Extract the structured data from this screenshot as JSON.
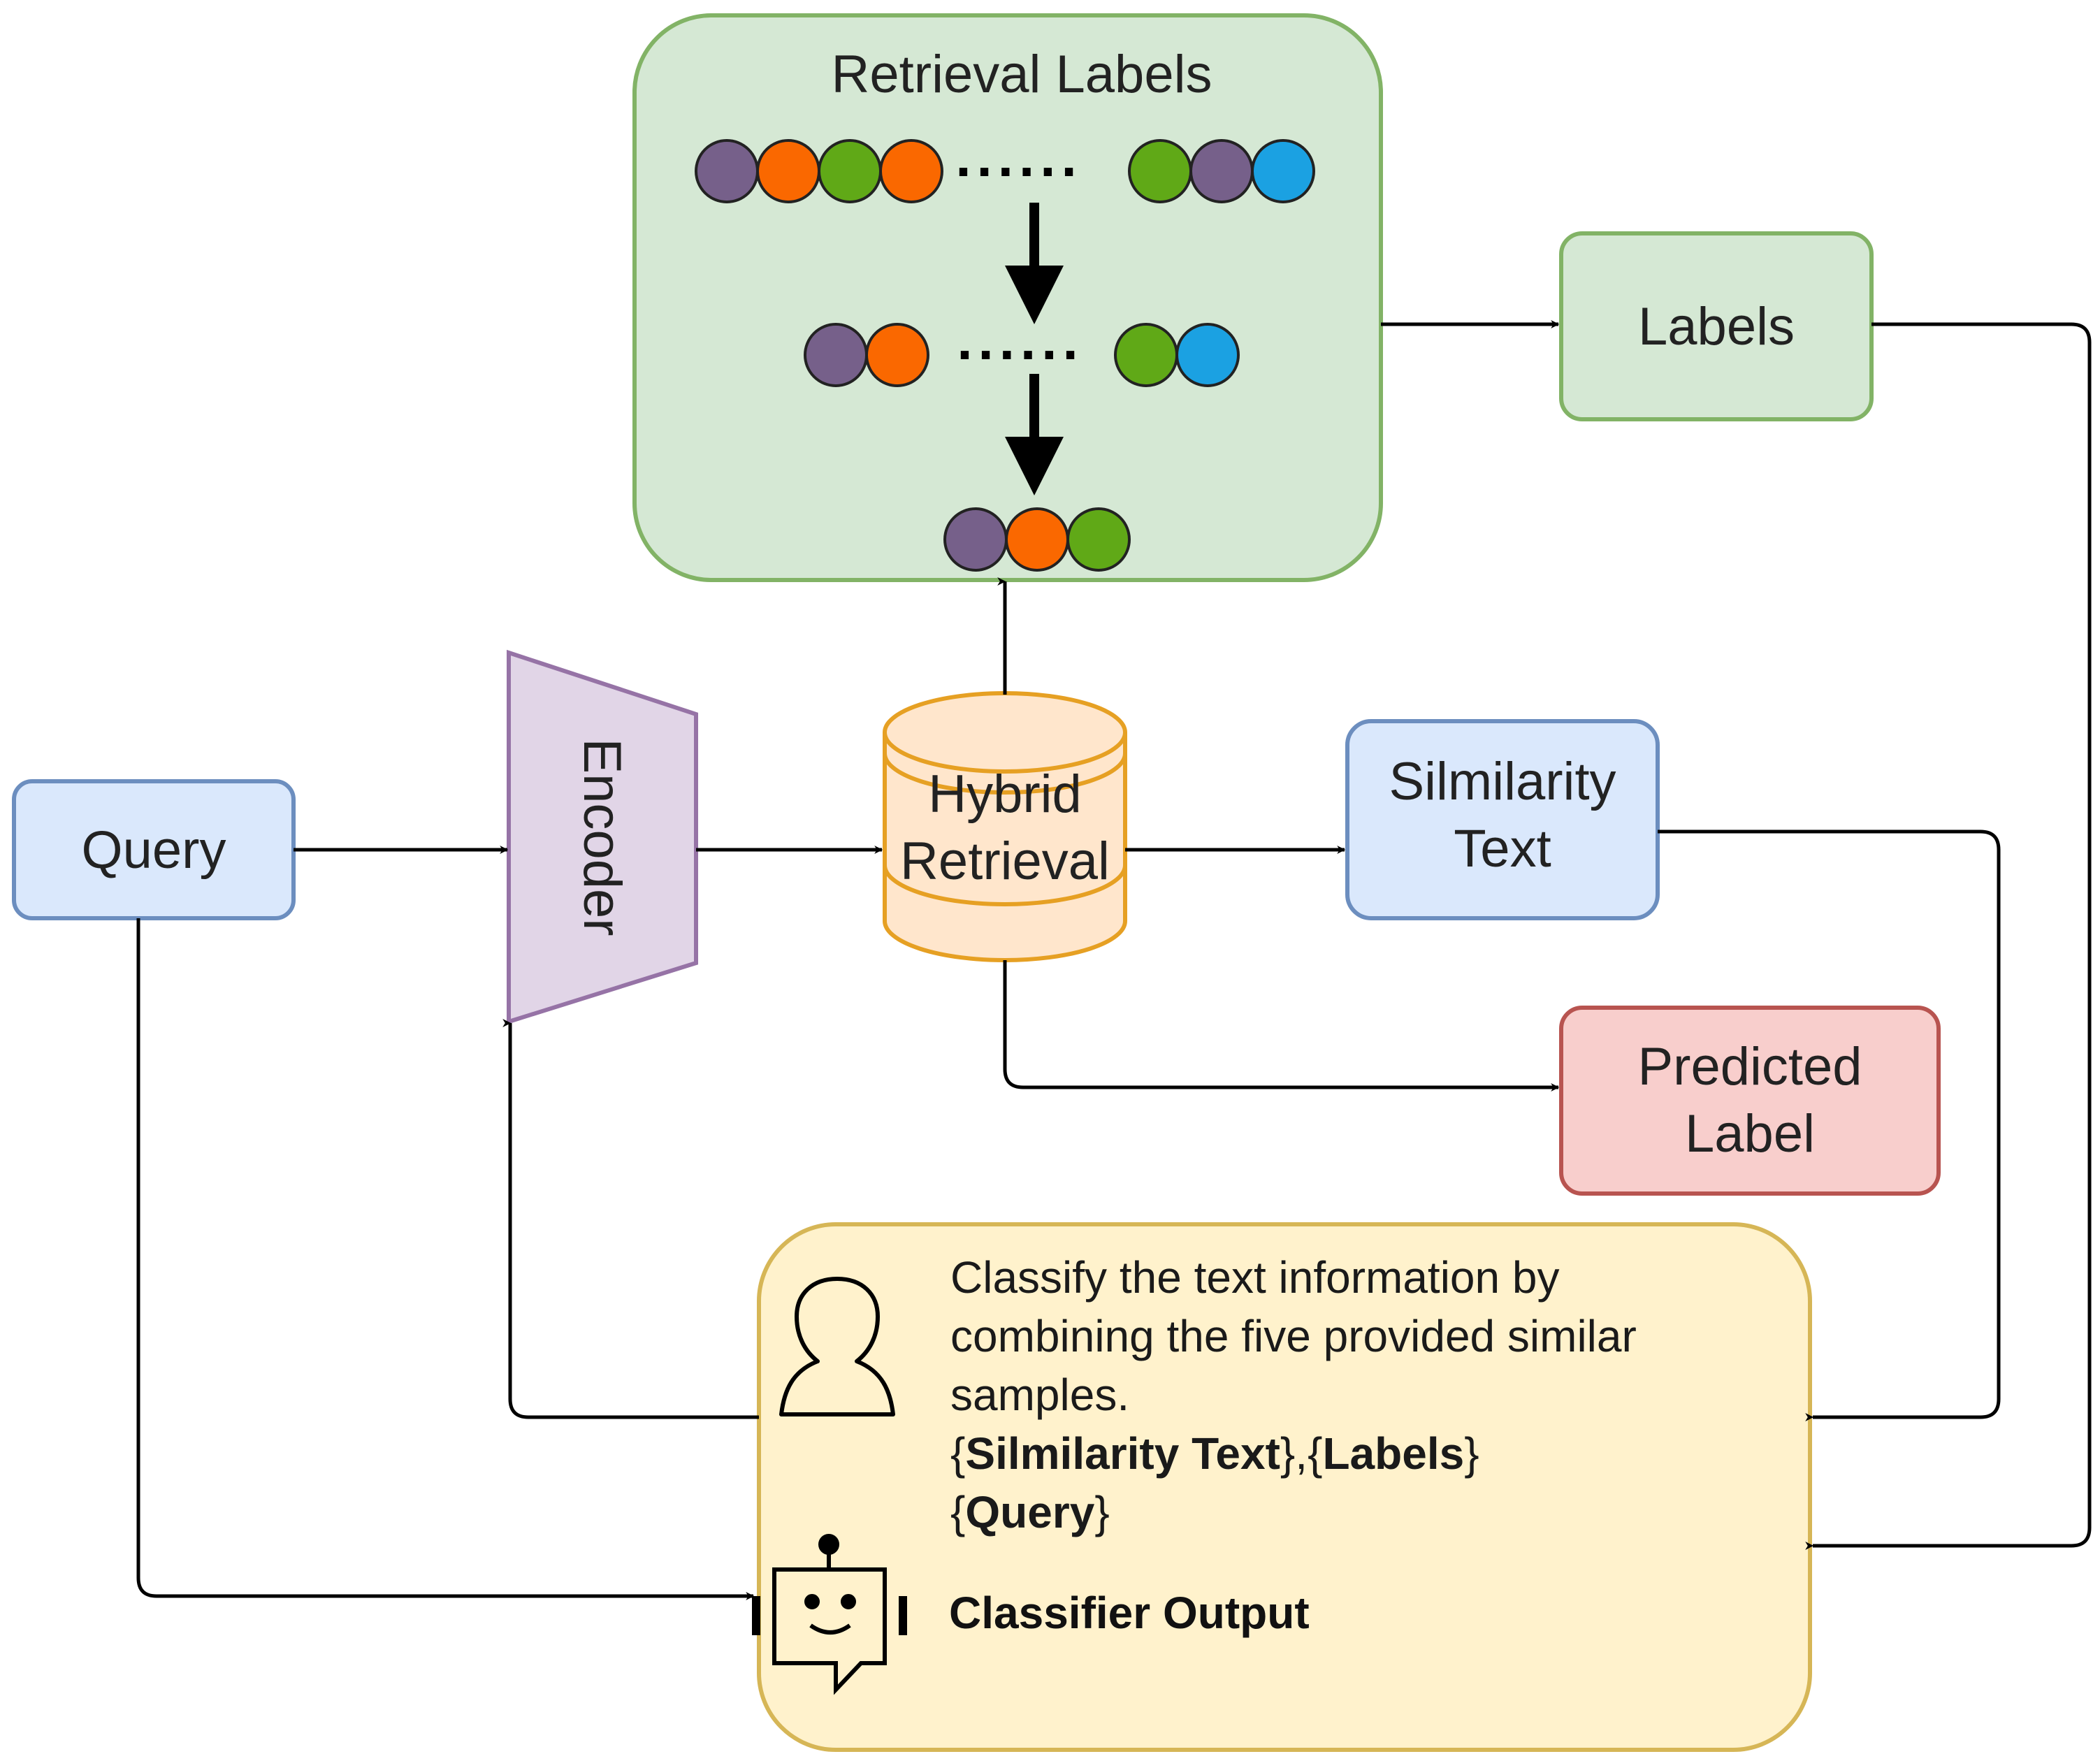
{
  "nodes": {
    "retrieval_labels": {
      "title": "Retrieval Labels",
      "ellipsis": "......"
    },
    "labels": "Labels",
    "query": "Query",
    "encoder": "Encoder",
    "hybrid_retrieval": {
      "line1": "Hybrid",
      "line2": "Retrieval"
    },
    "similarity_text": {
      "line1": "Silmilarity",
      "line2": "Text"
    },
    "predicted_label": {
      "line1": "Predicted",
      "line2": "Label"
    }
  },
  "prompt": {
    "line1": "Classify the text information by",
    "line2": "combining the five provided similar",
    "line3": "samples.",
    "open1": "{",
    "sim": "Silmilarity Text",
    "mid1": "},{",
    "lab": "Labels",
    "close1": "}",
    "open2": "{",
    "query": "Query",
    "close2": "}",
    "output": "Classifier Output"
  },
  "icons": [
    "person-icon",
    "robot-chat-icon"
  ],
  "colors": {
    "purple_dot": "#76608A",
    "orange_dot": "#FA6800",
    "green_dot": "#60A917",
    "blue_dot": "#1BA1E2",
    "green_box": "#D5E8D4",
    "green_border": "#82B366",
    "blue_box": "#DAE8FC",
    "blue_border": "#6C8EBF",
    "red_box": "#F8CECC",
    "red_border": "#B85450",
    "yellow_box": "#FFF2CC",
    "yellow_border": "#D6B656",
    "encoder_fill": "#E1D5E7",
    "encoder_border": "#9673A6",
    "db_fill": "#FFE6CC",
    "db_border": "#E6A023"
  }
}
